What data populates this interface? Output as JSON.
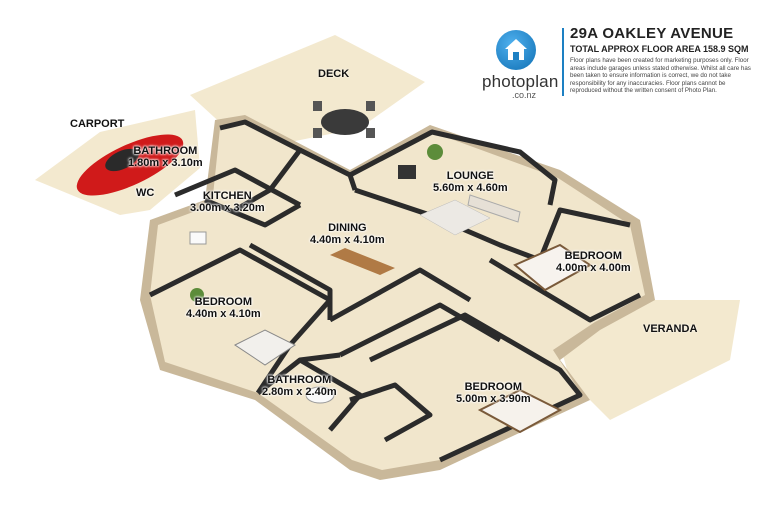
{
  "header": {
    "address": "29A OAKLEY AVENUE",
    "total_area": "TOTAL APPROX FLOOR AREA 158.9 SQM",
    "disclaimer": "Floor plans have been created for marketing purposes only. Floor areas include garages unless stated otherwise. Whilst all care has been taken to ensure information is correct, we do not take responsibility for any inaccuracies. Floor plans cannot be reproduced without the written consent of Photo Plan.",
    "logo_name": "photoplan",
    "logo_domain": ".co.nz"
  },
  "outdoor": {
    "deck": "DECK",
    "carport": "CARPORT",
    "veranda": "VERANDA"
  },
  "rooms": {
    "bathroom1": {
      "name": "BATHROOM",
      "dims": "1.80m x 3.10m"
    },
    "wc": {
      "name": "WC"
    },
    "kitchen": {
      "name": "KITCHEN",
      "dims": "3.00m x 3.20m"
    },
    "dining": {
      "name": "DINING",
      "dims": "4.40m x 4.10m"
    },
    "lounge": {
      "name": "LOUNGE",
      "dims": "5.60m x 4.60m"
    },
    "bedroom1": {
      "name": "BEDROOM",
      "dims": "4.00m x 4.00m"
    },
    "bedroom2": {
      "name": "BEDROOM",
      "dims": "4.40m x 4.10m"
    },
    "bathroom2": {
      "name": "BATHROOM",
      "dims": "2.80m x 2.40m"
    },
    "bedroom3": {
      "name": "BEDROOM",
      "dims": "5.00m x 3.90m"
    }
  },
  "colors": {
    "floor": "#f1e6cc",
    "deck": "#f3e9cf",
    "wall_top": "#2b2b2b",
    "wall_face": "#d4cbbb",
    "exterior_wall": "#c9b89a",
    "logo_blue": "#1d80c3",
    "car": "#d01a1a"
  }
}
